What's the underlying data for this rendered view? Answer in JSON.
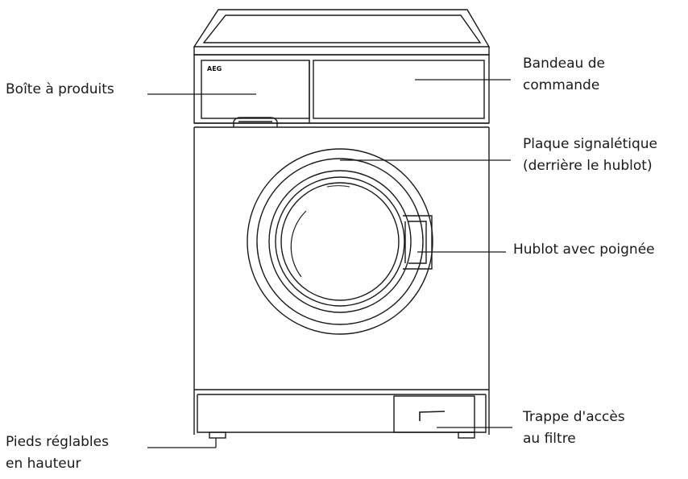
{
  "brand": "AEG",
  "labels": {
    "boite_produits": {
      "lines": [
        "Boîte à produits"
      ]
    },
    "bandeau_commande": {
      "lines": [
        "Bandeau de",
        "commande"
      ]
    },
    "plaque_signaletique": {
      "lines": [
        "Plaque signalétique",
        "(derrière le hublot)"
      ]
    },
    "hublot_poignee": {
      "lines": [
        "Hublot avec poignée"
      ]
    },
    "trappe_filtre": {
      "lines": [
        "Trappe d'accès",
        "au filtre"
      ]
    },
    "pieds_reglables": {
      "lines": [
        "Pieds réglables",
        "en hauteur"
      ]
    }
  },
  "colors": {
    "stroke": "#1a1a1a",
    "background": "#ffffff"
  }
}
